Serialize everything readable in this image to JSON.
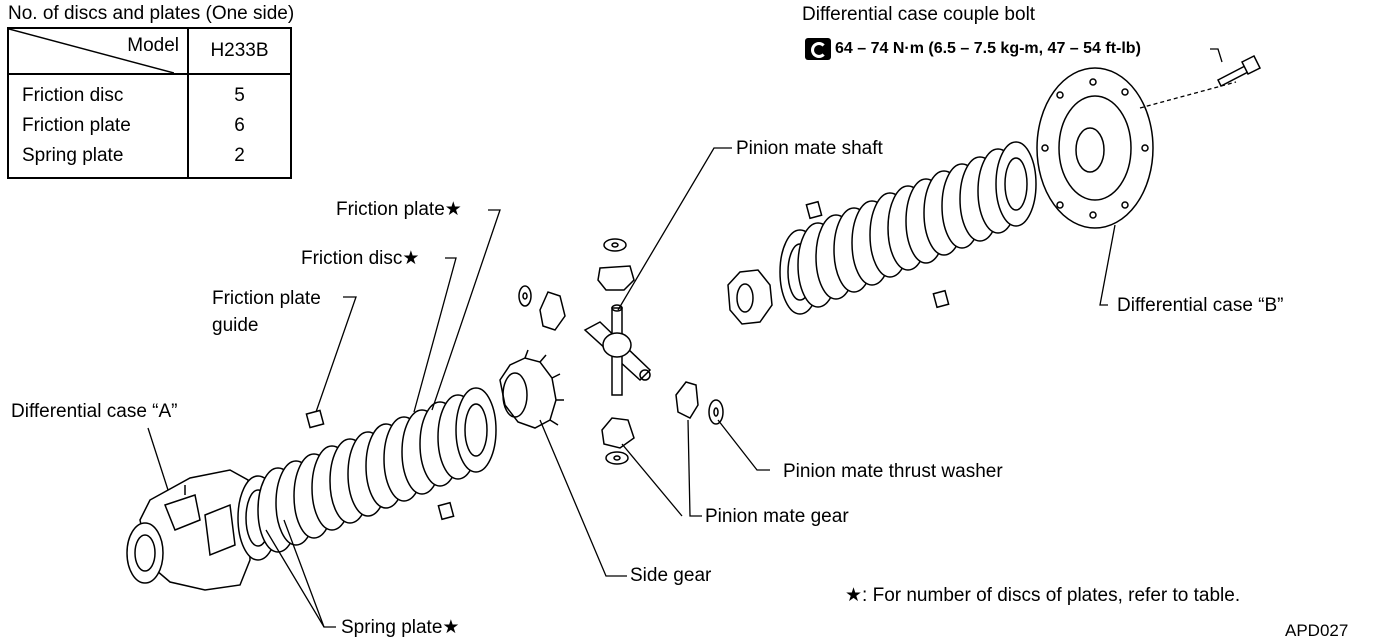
{
  "table": {
    "title": "No. of discs and plates (One side)",
    "header_model": "Model",
    "header_value": "H233B",
    "rows": [
      {
        "label": "Friction disc",
        "value": "5"
      },
      {
        "label": "Friction plate",
        "value": "6"
      },
      {
        "label": "Spring plate",
        "value": "2"
      }
    ]
  },
  "labels": {
    "couple_bolt": "Differential case couple bolt",
    "torque_spec": "64 – 74 N·m (6.5 – 7.5 kg-m, 47 – 54 ft-lb)",
    "pinion_mate_shaft": "Pinion mate shaft",
    "friction_plate": "Friction plate★",
    "friction_disc": "Friction disc★",
    "friction_plate_guide_1": "Friction plate",
    "friction_plate_guide_2": "guide",
    "case_a": "Differential case “A”",
    "case_b": "Differential case “B”",
    "thrust_washer": "Pinion mate thrust washer",
    "pinion_mate_gear": "Pinion mate gear",
    "side_gear": "Side gear",
    "spring_plate": "Spring plate★",
    "footnote": "★: For number of discs of plates, refer to table.",
    "figure_code": "APD027"
  },
  "icons": {
    "torque": "torque-wrench-icon"
  }
}
